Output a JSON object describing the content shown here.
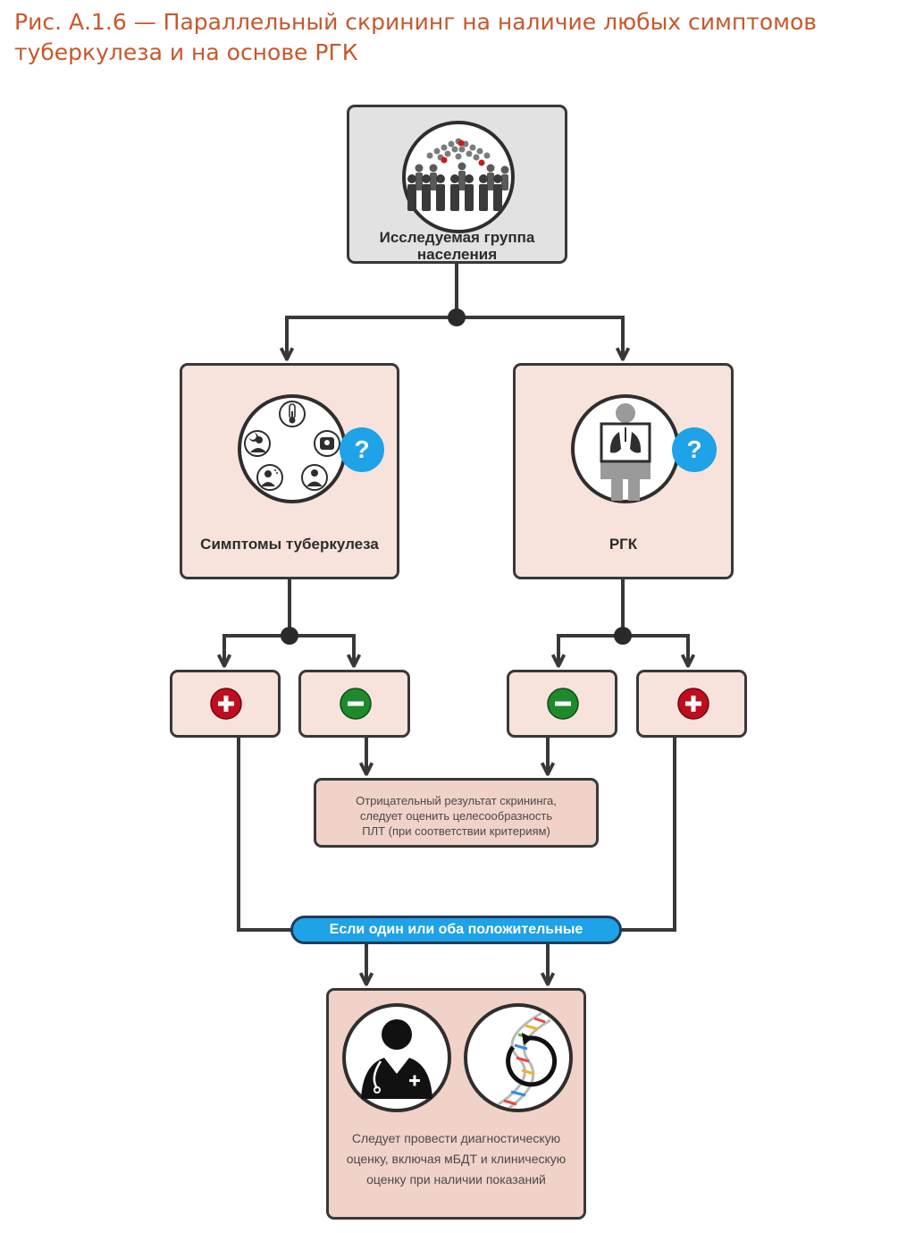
{
  "title": {
    "line1": "Рис. А.1.6 — Параллельный скрининг на наличие любых симптомов",
    "line2": "туберкулеза и на основе РГК"
  },
  "population_box": {
    "label_line1": "Исследуемая группа",
    "label_line2": "населения",
    "icon": "crowd-icon"
  },
  "symptoms_box": {
    "label": "Симптомы туберкулеза",
    "icon": "symptoms-icon",
    "question_mark": "?"
  },
  "cxr_box": {
    "label": "РГК",
    "icon": "chest-xray-icon",
    "question_mark": "?"
  },
  "results": {
    "symptoms_positive": "plus-icon",
    "symptoms_negative": "minus-icon",
    "cxr_negative": "minus-icon",
    "cxr_positive": "plus-icon"
  },
  "negative_result": {
    "line1": "Отрицательный результат скрининга,",
    "line2": "следует оценить целесообразность",
    "line3": "ПЛТ (при соответствии критериям)"
  },
  "positive_pill": "Если один или оба положительные",
  "diagnostic_box": {
    "line1": "Следует провести диагностическую",
    "line2": "оценку, включая мБДТ и клиническую",
    "line3": "оценку при наличии показаний",
    "icons": [
      "doctor-icon",
      "dna-icon"
    ]
  },
  "colors": {
    "title": "#c8572a",
    "box_fill": "#f7e3db",
    "box_gray": "#e2e2e2",
    "positive": "#c00d1e",
    "negative": "#1d8a2b",
    "info_blue": "#1ea2e8"
  }
}
